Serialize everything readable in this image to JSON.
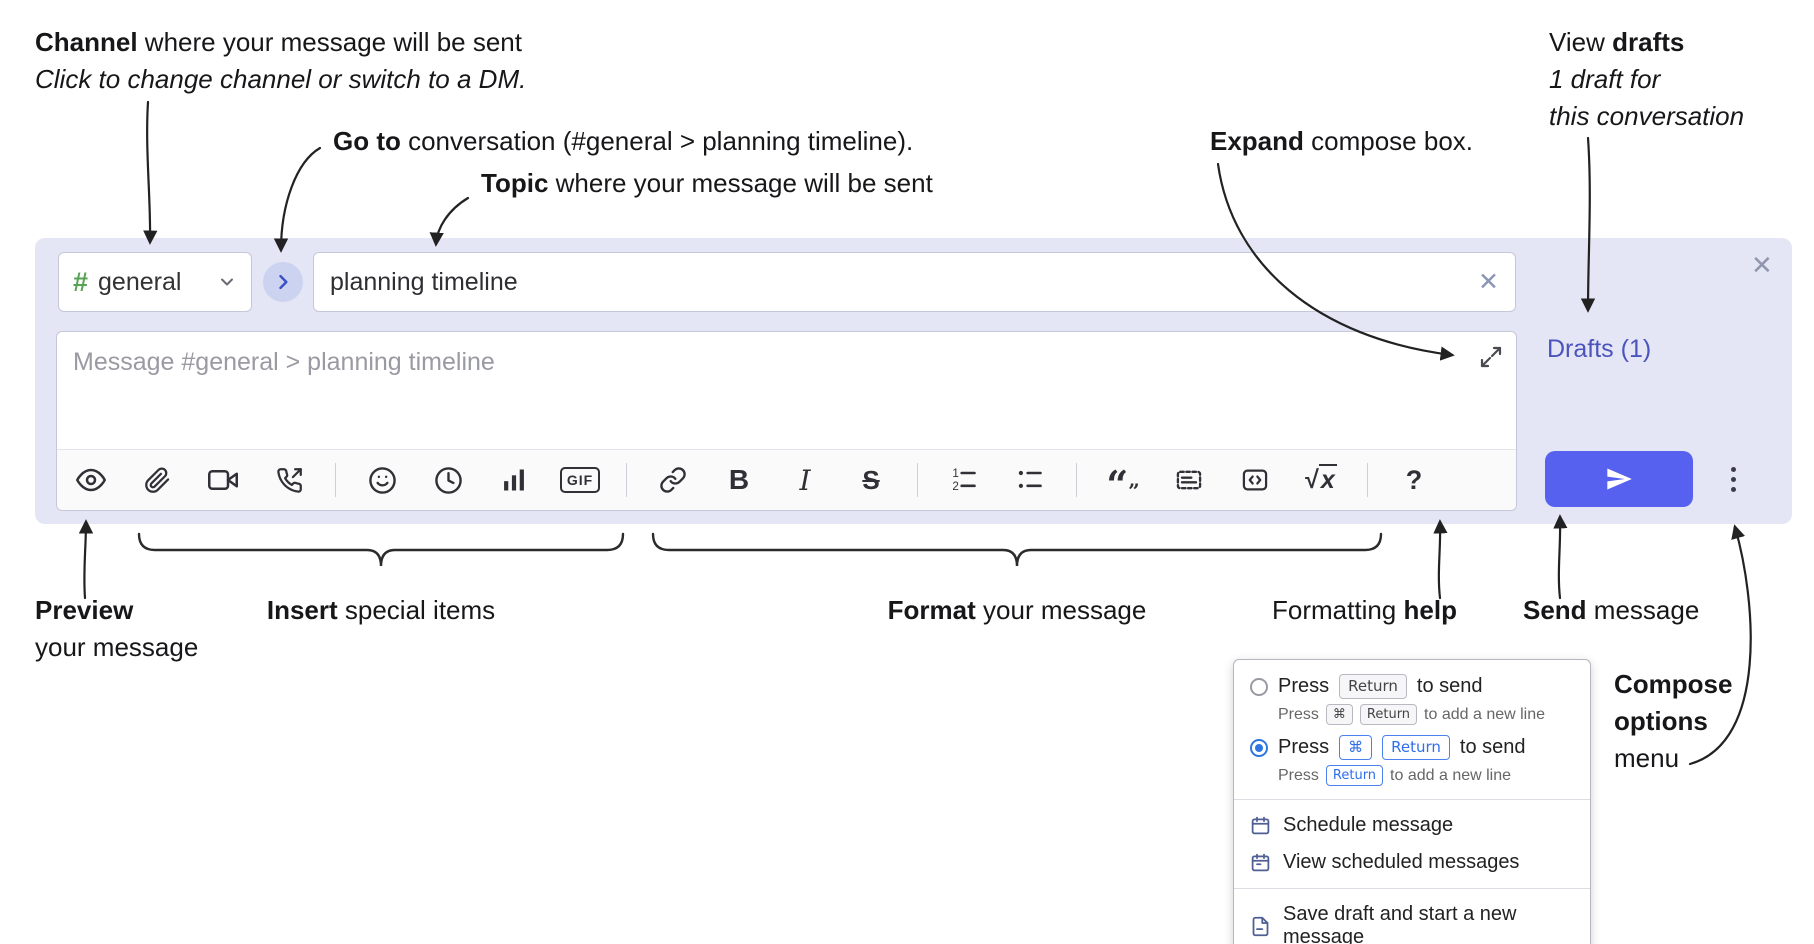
{
  "annotations": {
    "channel_bold": "Channel",
    "channel_rest": " where your message will be sent",
    "channel_sub": "Click to change channel or switch to a DM.",
    "goto_bold": "Go to",
    "goto_rest": " conversation (#general > planning timeline).",
    "topic_bold": "Topic",
    "topic_rest": " where your message will be sent",
    "expand_bold": "Expand",
    "expand_rest": " compose box.",
    "drafts_pre": "View ",
    "drafts_bold": "drafts",
    "drafts_line2": "1 draft for",
    "drafts_line3": "this conversation",
    "preview_bold": "Preview",
    "preview_line2": "your message",
    "insert_bold": "Insert",
    "insert_rest": " special items",
    "format_bold": "Format",
    "format_rest": " your message",
    "help_pre": "Formatting ",
    "help_bold": "help",
    "send_bold": "Send",
    "send_rest": " message",
    "compose_opts_line1": "Compose",
    "compose_opts_line2": "options",
    "compose_opts_line3": "menu"
  },
  "compose": {
    "channel_hash": "#",
    "channel_name": "general",
    "topic_value": "planning timeline",
    "clear_topic": "✕",
    "close": "✕",
    "message_placeholder": "Message #general > planning timeline",
    "drafts_label": "Drafts (1)"
  },
  "toolbar": {
    "icons": [
      "preview",
      "attach-file",
      "video-call",
      "audio-call",
      "emoji",
      "time",
      "poll",
      "gif",
      "link",
      "bold",
      "italic",
      "strikethrough",
      "numbered-list",
      "bulleted-list",
      "quote",
      "spoiler",
      "code",
      "math",
      "help"
    ],
    "bold": "B",
    "italic": "I",
    "strike": "S",
    "gif": "GIF",
    "quote_open": "“",
    "quote_close": "”",
    "math_root": "√",
    "math_var": "x",
    "help": "?"
  },
  "menu": {
    "press": "Press",
    "return_key": "Return",
    "cmd_key": "⌘",
    "to_send": "to send",
    "to_new_line": "to add a new line",
    "items": [
      "Schedule message",
      "View scheduled messages",
      "Save draft and start a new message"
    ]
  },
  "colors": {
    "compose_bg": "#e4e6f5",
    "send_button": "#5661f0",
    "drafts_link": "#4c53bc",
    "radio_selected": "#2f76e5",
    "hash_green": "#57a457",
    "key_blue": "#2f6fe8"
  }
}
